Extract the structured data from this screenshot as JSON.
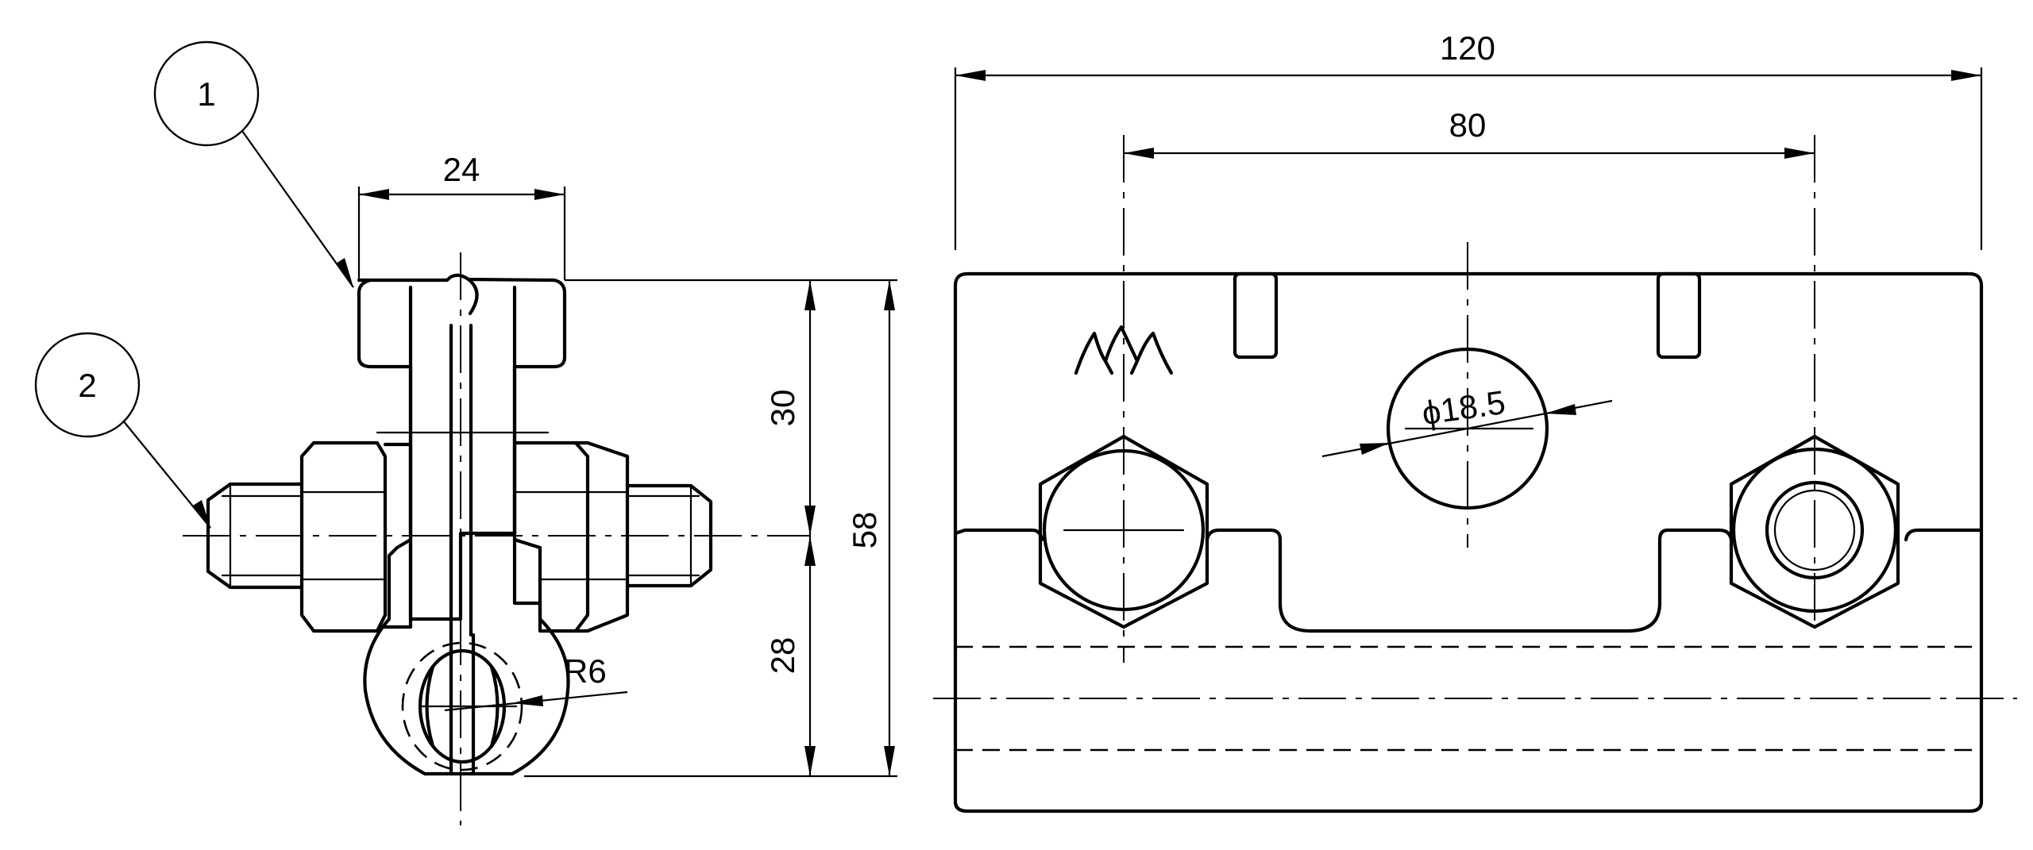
{
  "dimensions": {
    "width_24": "24",
    "height_30": "30",
    "height_28": "28",
    "height_58": "58",
    "radius": "R6",
    "length_120": "120",
    "spacing_80": "80",
    "diameter": "ϕ18.5"
  },
  "balloons": [
    "1",
    "2"
  ]
}
